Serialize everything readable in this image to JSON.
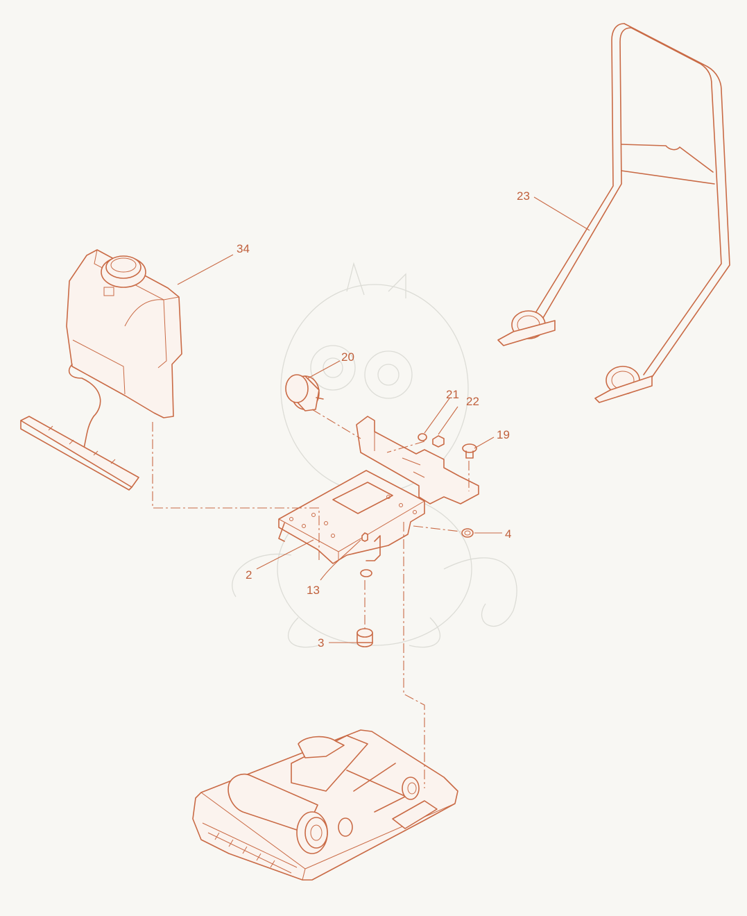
{
  "diagram": {
    "accent_color": "#c96a45",
    "background_color": "#f8f7f3",
    "callouts": {
      "c2": "2",
      "c3": "3",
      "c4": "4",
      "c13": "13",
      "c19": "19",
      "c20": "20",
      "c21": "21",
      "c22": "22",
      "c23": "23",
      "c34": "34"
    }
  }
}
